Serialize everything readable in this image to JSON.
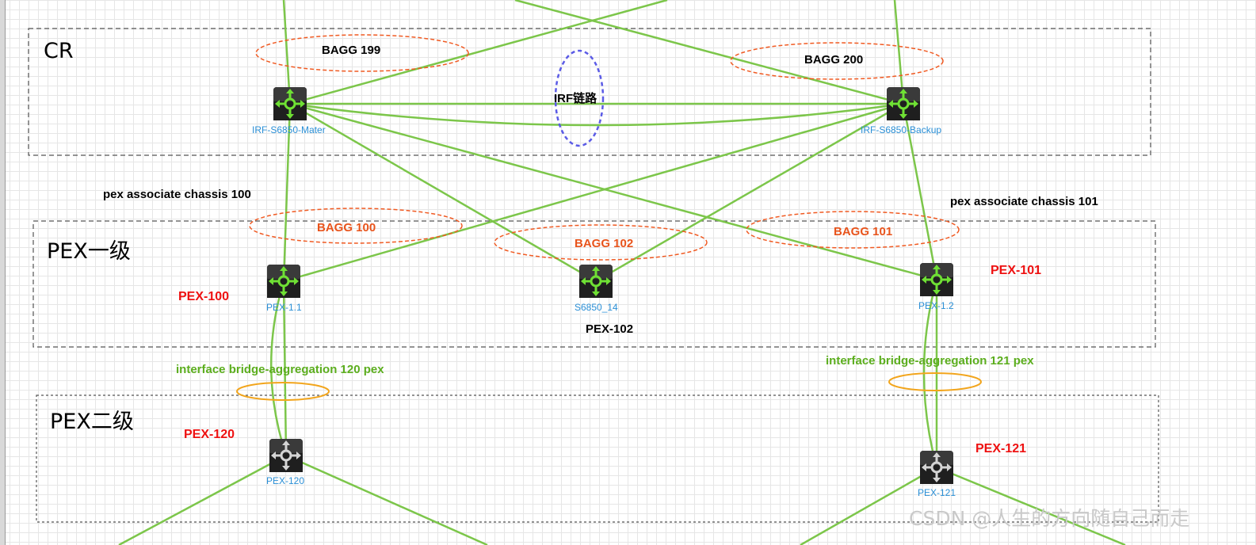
{
  "zones": {
    "cr": "CR",
    "pex1": "PEX一级",
    "pex2": "PEX二级"
  },
  "aggregations": {
    "bagg199": "BAGG 199",
    "bagg200": "BAGG 200",
    "bagg100": "BAGG 100",
    "bagg101": "BAGG 101",
    "bagg102": "BAGG 102",
    "irf_link": "IRF链路"
  },
  "notes": {
    "assoc100": "pex associate chassis 100",
    "assoc101": "pex associate chassis 101",
    "ifc120": "interface bridge-aggregation 120 pex",
    "ifc121": "interface bridge-aggregation 121 pex"
  },
  "pex_ids": {
    "pex100": "PEX-100",
    "pex101": "PEX-101",
    "pex102": "PEX-102",
    "pex120": "PEX-120",
    "pex121": "PEX-121"
  },
  "nodes": {
    "master": "IRF-S6850-Mater",
    "backup": "IRF-S6850-Backup",
    "pex11": "PEX-1.1",
    "s6850_14": "S6850_14",
    "pex12": "PEX-1.2",
    "pex120": "PEX-120",
    "pex121": "PEX-121"
  },
  "watermark": "CSDN @人生的方向随自己而走",
  "colors": {
    "link": "#7cc64a",
    "bagg_ring": "#f05a22",
    "bagg_text": "#e8541c",
    "irf_ring": "#5b5be6",
    "pex2_ring": "#f2a51c",
    "node_label": "#2a8fd6",
    "pex_id": "#ee1111",
    "router_glyph_active": "#6fe034",
    "router_glyph_idle": "#d4d4d4"
  },
  "icons": {
    "core_switch": "router-icon",
    "pex_switch": "router-icon"
  }
}
